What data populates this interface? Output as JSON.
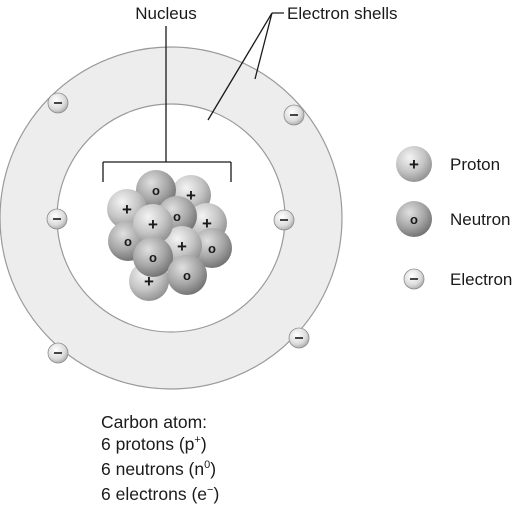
{
  "labels": {
    "nucleus": "Nucleus",
    "electron_shells": "Electron shells"
  },
  "legend": [
    {
      "symbol": "+",
      "label": "Proton",
      "kind": "proton"
    },
    {
      "symbol": "o",
      "label": "Neutron",
      "kind": "neutron"
    },
    {
      "symbol": "−",
      "label": "Electron",
      "kind": "electron"
    }
  ],
  "caption": {
    "title": "Carbon atom:",
    "protons": {
      "count_text": "6 protons (p",
      "sup": "+",
      "close": ")"
    },
    "neutrons": {
      "count_text": "6 neutrons (n",
      "sup": "0",
      "close": ")"
    },
    "electrons": {
      "count_text": "6 electrons (e",
      "sup": "−",
      "close": ")"
    }
  },
  "atom": {
    "protons": 6,
    "neutrons": 6,
    "electrons": 6,
    "inner_shell_electrons": 2,
    "outer_shell_electrons": 4
  },
  "colors": {
    "shell_fill": "#ededed",
    "shell_stroke": "#9a9a9a",
    "proton_light": "#f2f2f2",
    "proton_dark": "#8f8f8f",
    "neutron_light": "#d6d6d6",
    "neutron_dark": "#6f6f6f",
    "line": "#1a1a1a"
  }
}
